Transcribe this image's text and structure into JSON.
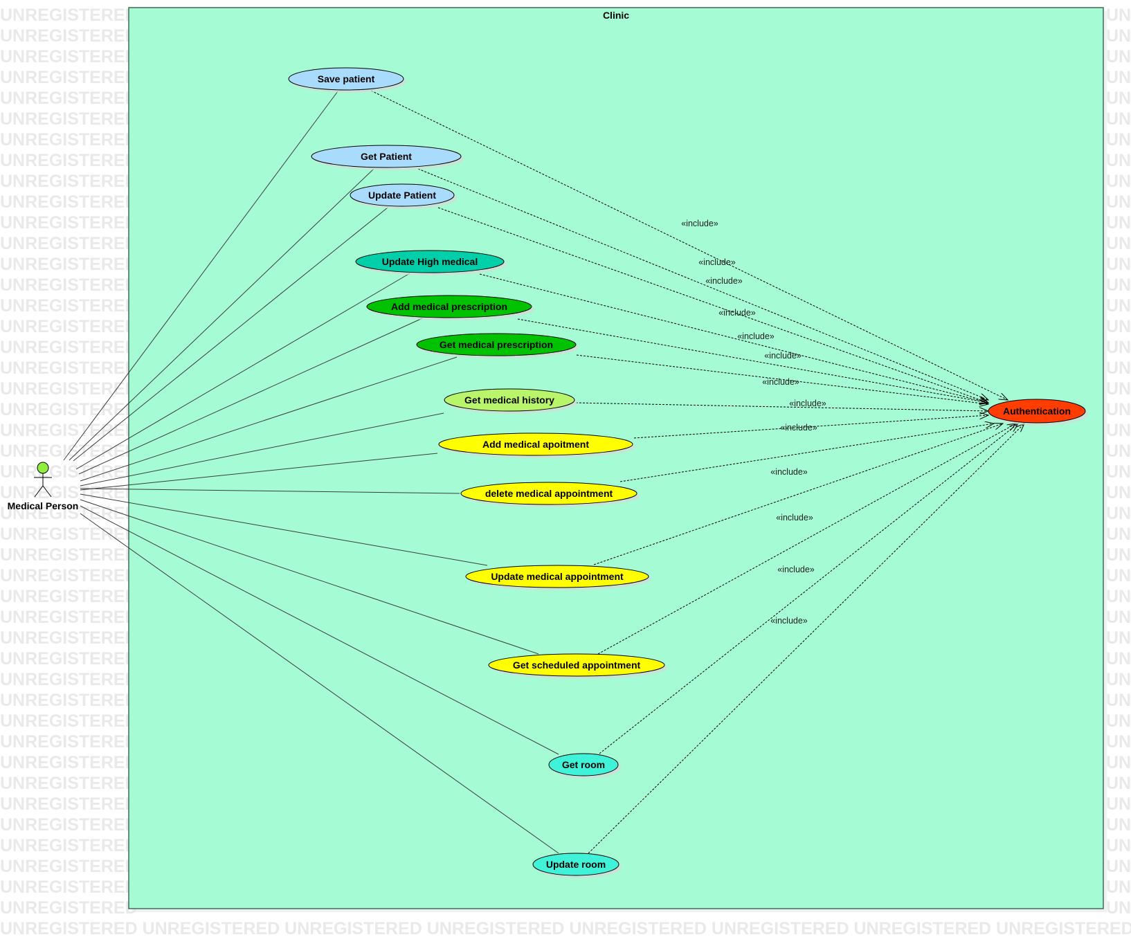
{
  "watermark": "UNREGISTERED",
  "system": {
    "title": "Clinic"
  },
  "actor": {
    "name": "Medical Person",
    "head_color": "#8fef3b"
  },
  "include_label": "«include»",
  "auth": {
    "label": "Authentication",
    "color": "#ff3d00"
  },
  "use_cases": [
    {
      "id": "save-patient",
      "label": "Save patient",
      "color": "#a9dcfc"
    },
    {
      "id": "get-patient",
      "label": "Get Patient",
      "color": "#a9dcfc"
    },
    {
      "id": "update-patient",
      "label": "Update Patient",
      "color": "#a9dcfc"
    },
    {
      "id": "update-high-medical",
      "label": "Update High medical",
      "color": "#00cfaa"
    },
    {
      "id": "add-medical-prescription",
      "label": "Add  medical prescription",
      "color": "#00c200"
    },
    {
      "id": "get-medical-prescription",
      "label": "Get medical prescription",
      "color": "#00c200"
    },
    {
      "id": "get-medical-history",
      "label": "Get  medical history",
      "color": "#b9f56a"
    },
    {
      "id": "add-medical-apoitment",
      "label": "Add medical apoitment",
      "color": "#ffff00"
    },
    {
      "id": "delete-medical-appointment",
      "label": "delete medical appointment",
      "color": "#ffff00"
    },
    {
      "id": "update-medical-appointment",
      "label": "Update medical appointment",
      "color": "#ffff00"
    },
    {
      "id": "get-scheduled-appointment",
      "label": "Get scheduled appointment",
      "color": "#ffff00"
    },
    {
      "id": "get-room",
      "label": "Get room",
      "color": "#3ff2d8"
    },
    {
      "id": "update-room",
      "label": "Update room",
      "color": "#3ff2d8"
    }
  ]
}
